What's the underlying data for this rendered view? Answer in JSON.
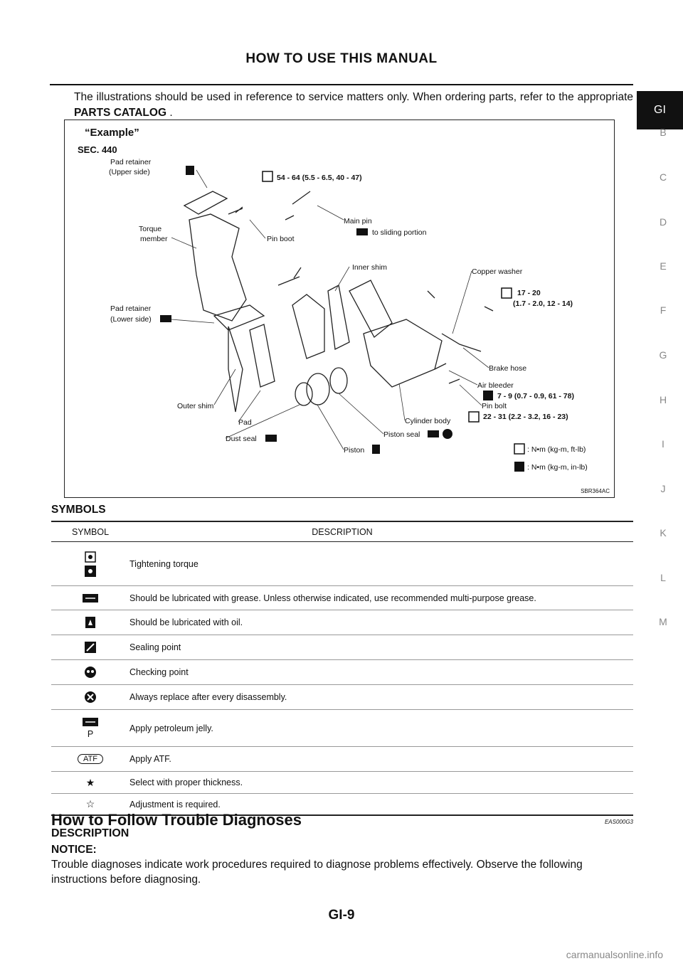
{
  "header": {
    "title": "HOW TO USE THIS MANUAL"
  },
  "side_tabs": {
    "active": "GI",
    "letters": [
      "B",
      "C",
      "D",
      "E",
      "F",
      "G",
      "H",
      "I",
      "J",
      "K",
      "L",
      "M"
    ]
  },
  "intro": {
    "text_before": "The illustrations should be used in reference to service matters only. When ordering parts, refer to the appropriate ",
    "bold": "PARTS CATALOG",
    "text_after": " ."
  },
  "figure": {
    "example": "“Example”",
    "section": "SEC. 440",
    "code": "SBR364AC",
    "labels": {
      "pad_retainer_upper_1": "Pad retainer",
      "pad_retainer_upper_2": "(Upper side)",
      "torque_member_1": "Torque",
      "torque_member_2": "member",
      "pin_boot": "Pin boot",
      "main_pin": "Main pin",
      "to_sliding": "to sliding portion",
      "inner_shim": "Inner shim",
      "copper_washer": "Copper washer",
      "pad_retainer_lower_1": "Pad retainer",
      "pad_retainer_lower_2": "(Lower side)",
      "brake_hose": "Brake hose",
      "air_bleeder": "Air bleeder",
      "pin_bolt": "Pin bolt",
      "outer_shim": "Outer shim",
      "pad": "Pad",
      "dust_seal": "Dust seal",
      "cylinder_body": "Cylinder body",
      "piston_seal": "Piston seal",
      "piston": "Piston",
      "torque_1": "54 - 64 (5.5 - 6.5, 40 - 47)",
      "torque_2a": "17 - 20",
      "torque_2b": "(1.7 - 2.0, 12 - 14)",
      "torque_3": "7 - 9 (0.7 - 0.9, 61 - 78)",
      "torque_4": "22 - 31 (2.2 - 3.2, 16 - 23)",
      "unit_1": ": N•m (kg-m, ft-lb)",
      "unit_2": ": N•m (kg-m, in-lb)"
    }
  },
  "symbols": {
    "heading": "SYMBOLS",
    "col_symbol": "SYMBOL",
    "col_desc": "DESCRIPTION",
    "rows": [
      {
        "icon": "torque-wrench-icon",
        "desc": "Tightening torque"
      },
      {
        "icon": "grease-icon",
        "desc": "Should be lubricated with grease. Unless otherwise indicated, use recommended multi-purpose grease."
      },
      {
        "icon": "oil-can-icon",
        "desc": "Should be lubricated with oil."
      },
      {
        "icon": "sealant-icon",
        "desc": "Sealing point"
      },
      {
        "icon": "checking-icon",
        "desc": "Checking point"
      },
      {
        "icon": "replace-icon",
        "desc": "Always replace after every disassembly."
      },
      {
        "icon": "petroleum-jelly-icon",
        "sym_text": "P",
        "desc": "Apply petroleum jelly."
      },
      {
        "icon": "atf-icon",
        "sym_text": "ATF",
        "desc": "Apply ATF."
      },
      {
        "icon": "filled-star-icon",
        "sym_text": "★",
        "desc": "Select with proper thickness."
      },
      {
        "icon": "outline-star-icon",
        "sym_text": "☆",
        "desc": "Adjustment is required."
      }
    ]
  },
  "trouble": {
    "title": "How to Follow Trouble Diagnoses",
    "code": "EAS000G3",
    "subtitle": "DESCRIPTION",
    "notice_label": "NOTICE:",
    "notice_text": "Trouble diagnoses indicate work procedures required to diagnose problems effectively. Observe the following instructions before diagnosing."
  },
  "footer": {
    "page": "GI-9",
    "watermark": "carmanualsonline.info"
  }
}
